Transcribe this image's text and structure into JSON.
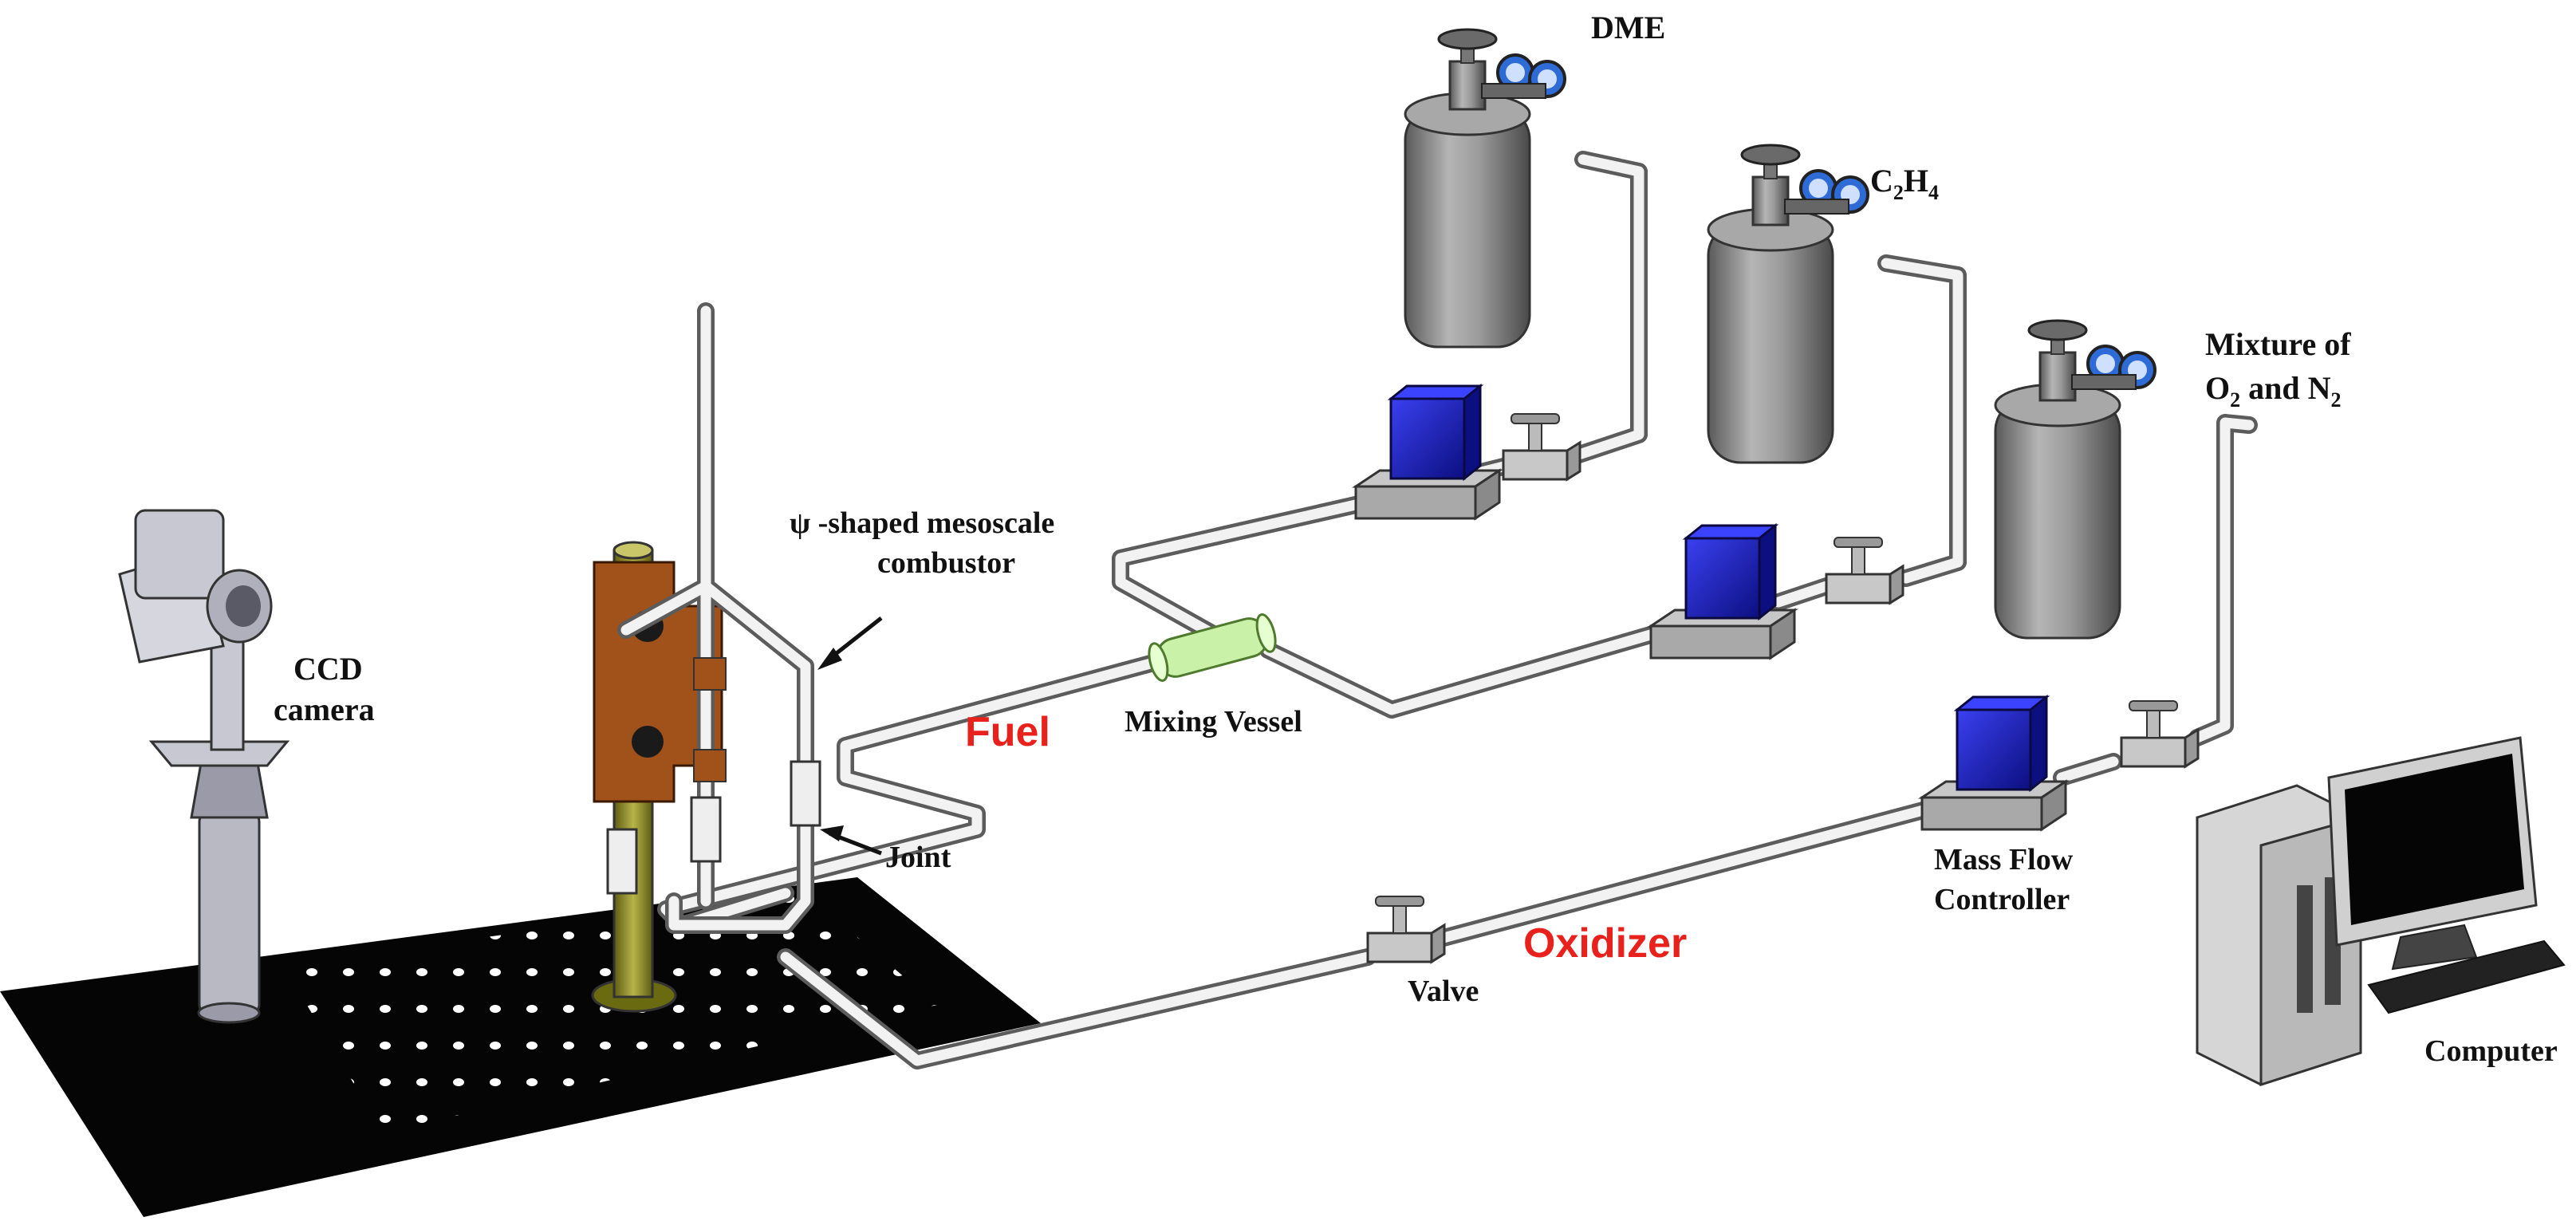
{
  "colors": {
    "background": "#ffffff",
    "label_red": "#e8211c",
    "cylinder": "#8c8c8c",
    "controller_blue": "#1c22c8",
    "table_black": "#050505",
    "holder_brown": "#a0521a",
    "burner_olive": "#8c8a2a",
    "mixing_vessel": "#c9f2a8",
    "camera_body": "#b9b9c4"
  },
  "labels": {
    "dme": "DME",
    "c2h4_main": "C",
    "c2h4_sub1": "2",
    "c2h4_mid": "H",
    "c2h4_sub2": "4",
    "mixture_line1": "Mixture of",
    "mixture_o": "O",
    "mixture_sub_o": "2",
    "mixture_and": " and N",
    "mixture_sub_n": "2",
    "combustor_line1": "ψ -shaped mesoscale",
    "combustor_line2": "combustor",
    "ccd_line1": "CCD",
    "ccd_line2": "camera",
    "fuel": "Fuel",
    "mixing_vessel": "Mixing Vessel",
    "joint": "Joint",
    "mfc_line1": "Mass Flow",
    "mfc_line2": "Controller",
    "oxidizer": "Oxidizer",
    "valve": "Valve",
    "computer": "Computer"
  },
  "icons": {
    "cylinder": "gas-cylinder-icon",
    "regulator": "pressure-gauge-icon",
    "mfc": "mass-flow-controller-icon",
    "valve": "needle-valve-icon",
    "camera": "ccd-camera-icon",
    "computer": "desktop-computer-icon"
  }
}
